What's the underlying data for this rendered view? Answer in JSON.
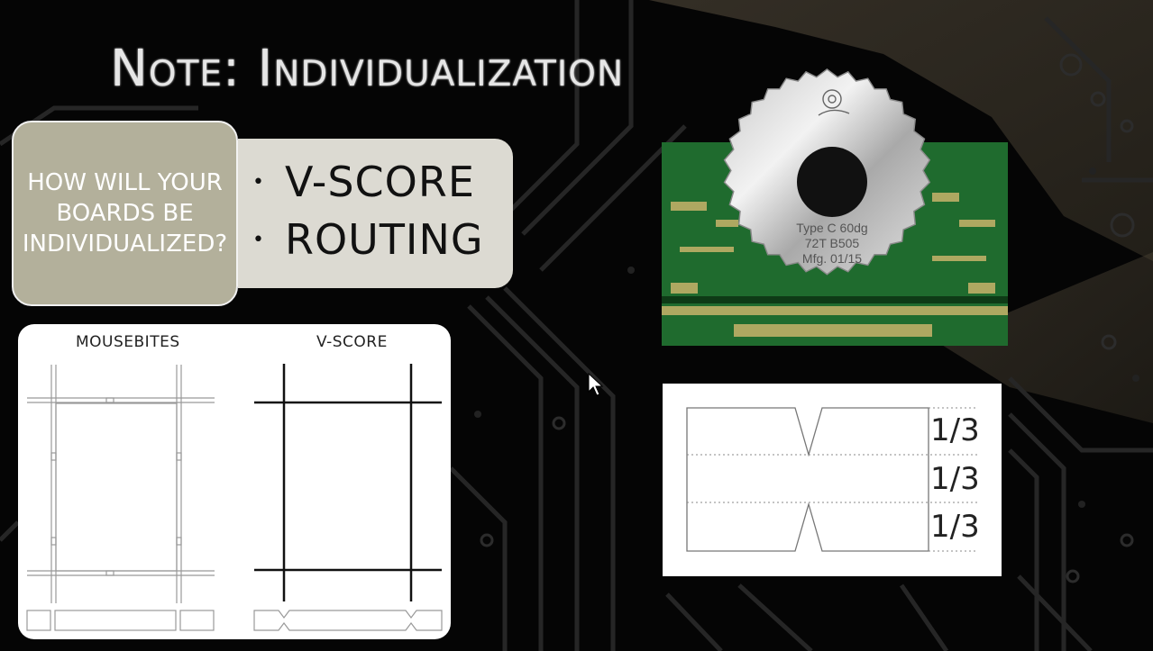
{
  "slide": {
    "title": "Note: Individualization",
    "question": "How will your boards be individualized?",
    "options": [
      "V-Score",
      "Routing"
    ]
  },
  "diagram": {
    "left_label": "Mousebites",
    "right_label": "V-Score"
  },
  "blade": {
    "line1": "Type C 60dg",
    "line2": "72T  B505",
    "line3": "Mfg. 01/15"
  },
  "thirds": [
    "1/3",
    "1/3",
    "1/3"
  ],
  "colors": {
    "background": "#050505",
    "trace": "#2a2a2a",
    "question_box": "#b3b09b",
    "options_box": "#dcdad2",
    "pcb_green": "#1f6b2e"
  }
}
